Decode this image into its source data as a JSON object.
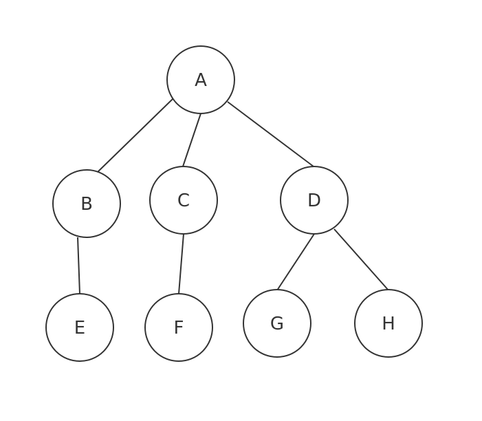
{
  "nodes": {
    "A": "A",
    "B": "B",
    "C": "C",
    "D": "D",
    "E": "E",
    "F": "F",
    "G": "G",
    "H": "H"
  },
  "edges": [
    [
      "A",
      "B"
    ],
    [
      "A",
      "C"
    ],
    [
      "A",
      "D"
    ],
    [
      "B",
      "E"
    ],
    [
      "C",
      "F"
    ],
    [
      "D",
      "G"
    ],
    [
      "D",
      "H"
    ]
  ]
}
